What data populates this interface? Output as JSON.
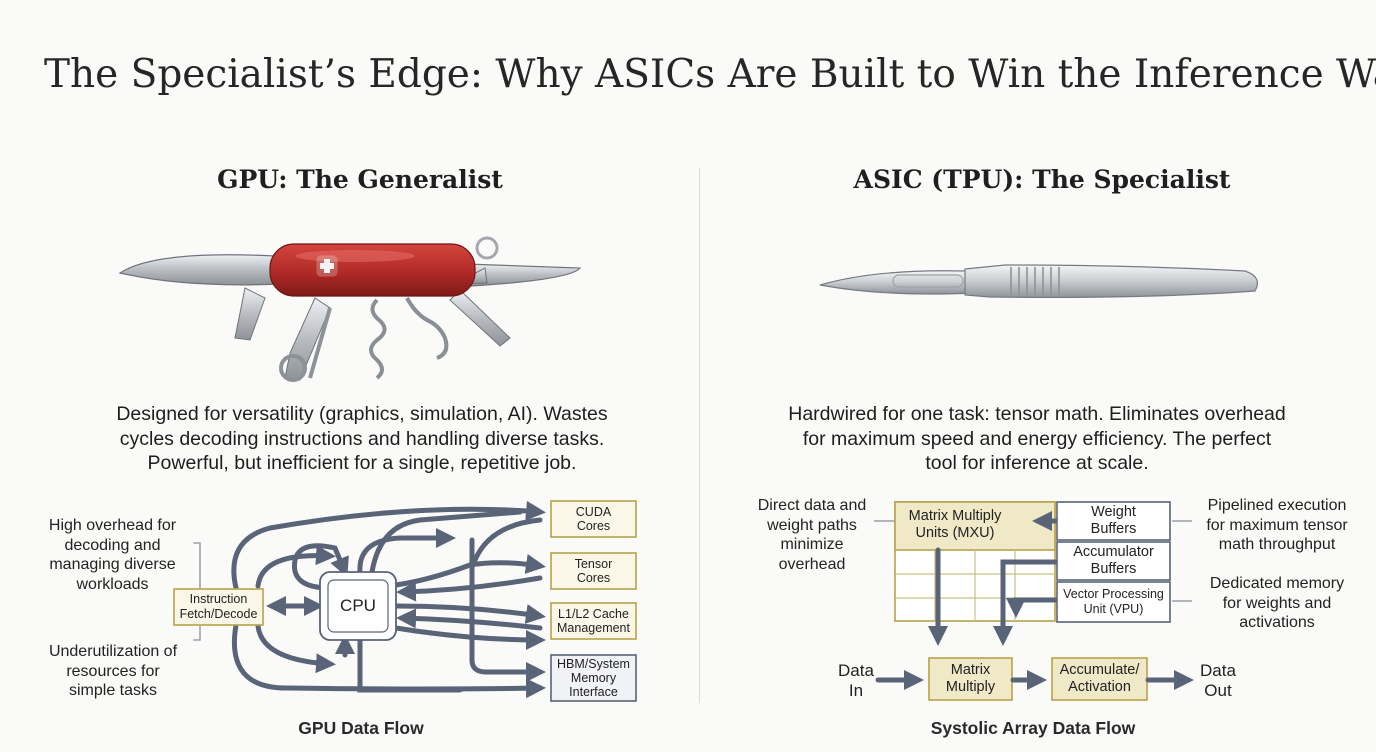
{
  "title": "The Specialist’s Edge: Why ASICs Are Built to Win the Inference War",
  "gpu": {
    "heading": "GPU: The Generalist",
    "illustration": "swiss-army-knife-icon",
    "description": [
      "Designed for versatility (graphics, simulation, AI). Wastes",
      "cycles decoding instructions and handling diverse tasks.",
      "Powerful, but inefficient for a single, repetitive job."
    ],
    "diagram": {
      "note_overhead": [
        "High overhead for",
        "decoding and",
        "managing diverse",
        "workloads"
      ],
      "note_underutil": [
        "Underutilization of",
        "resources for",
        "simple tasks"
      ],
      "fetch_box": [
        "Instruction",
        "Fetch/Decode"
      ],
      "cpu_box": "CPU",
      "right_boxes": [
        [
          "CUDA",
          "Cores"
        ],
        [
          "Tensor",
          "Cores"
        ],
        [
          "L1/L2 Cache",
          "Management"
        ],
        [
          "HBM/System",
          "Memory",
          "Interface"
        ]
      ],
      "caption": "GPU Data Flow"
    }
  },
  "asic": {
    "heading": "ASIC (TPU): The Specialist",
    "illustration": "scalpel-icon",
    "description": [
      "Hardwired for one task: tensor math. Eliminates overhead",
      "for maximum speed and energy efficiency. The perfect",
      "tool for inference at scale."
    ],
    "diagram": {
      "note_direct": [
        "Direct data and",
        "weight paths",
        "minimize",
        "overhead"
      ],
      "note_pipelined": [
        "Pipelined execution",
        "for maximum tensor",
        "math throughput"
      ],
      "note_memory": [
        "Dedicated memory",
        "for weights and",
        "activations"
      ],
      "mxu_box": [
        "Matrix Multiply",
        "Units (MXU)"
      ],
      "weight_box": [
        "Weight",
        "Buffers"
      ],
      "accum_box": [
        "Accumulator",
        "Buffers"
      ],
      "vpu_box": [
        "Vector Processing",
        "Unit (VPU)"
      ],
      "data_in": [
        "Data",
        "In"
      ],
      "matmul_box": [
        "Matrix",
        "Multiply"
      ],
      "accact_box": [
        "Accumulate/",
        "Activation"
      ],
      "data_out": [
        "Data",
        "Out"
      ],
      "caption": "Systolic Array Data Flow"
    }
  },
  "colors": {
    "arrow": "#5a6478",
    "box_border_gold": "#b8a24a",
    "box_fill_gold": "#efe9c8",
    "box_border_blue": "#59637a",
    "knife_red": "#b02a26",
    "steel": "#c9ccd0"
  }
}
